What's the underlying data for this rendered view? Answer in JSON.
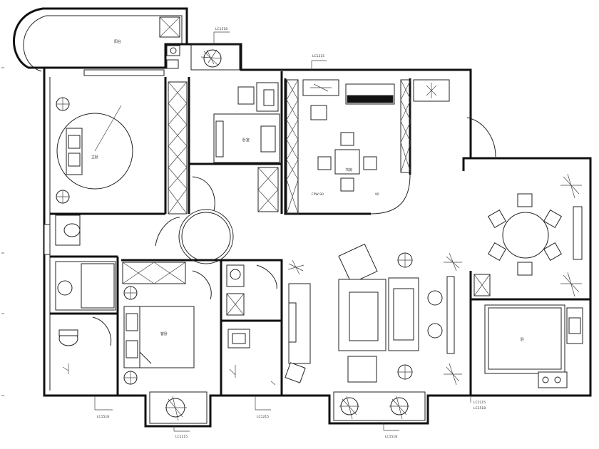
{
  "plan": {
    "room_labels": {
      "balcony_top": "阳台",
      "master_bedroom": "主卧",
      "second_bedroom": "卧室",
      "study": "书房",
      "guest_bedroom": "客卧",
      "right_bedroom": "卧"
    },
    "window_tags": {
      "tag_a": "LC1518",
      "tag_b": "LC1215",
      "tag_c": "LC1518",
      "tag_d": "LC1215",
      "tag_e": "LC1215",
      "tag_f": "LC1518",
      "tag_g": "LC1215",
      "tag_h": "LC1518"
    },
    "study_notes": {
      "left": "FPW 90",
      "right": "90"
    }
  }
}
